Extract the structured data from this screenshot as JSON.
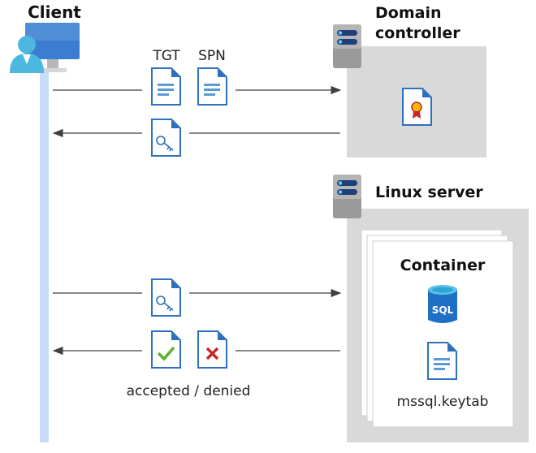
{
  "client": {
    "label": "Client"
  },
  "domain_controller": {
    "label_line1": "Domain",
    "label_line2": "controller"
  },
  "linux_server": {
    "label": "Linux server"
  },
  "container": {
    "label": "Container",
    "sql_label": "SQL",
    "file_label": "mssql.keytab"
  },
  "messages": {
    "tgt": "TGT",
    "spn": "SPN",
    "result": "accepted / denied"
  },
  "colors": {
    "lifeline": "#c6dcf7",
    "box": "#d9d9d9",
    "doc": "#2f6fc0",
    "accept": "#5bb02f",
    "deny": "#c62828",
    "arrow": "#404040"
  }
}
